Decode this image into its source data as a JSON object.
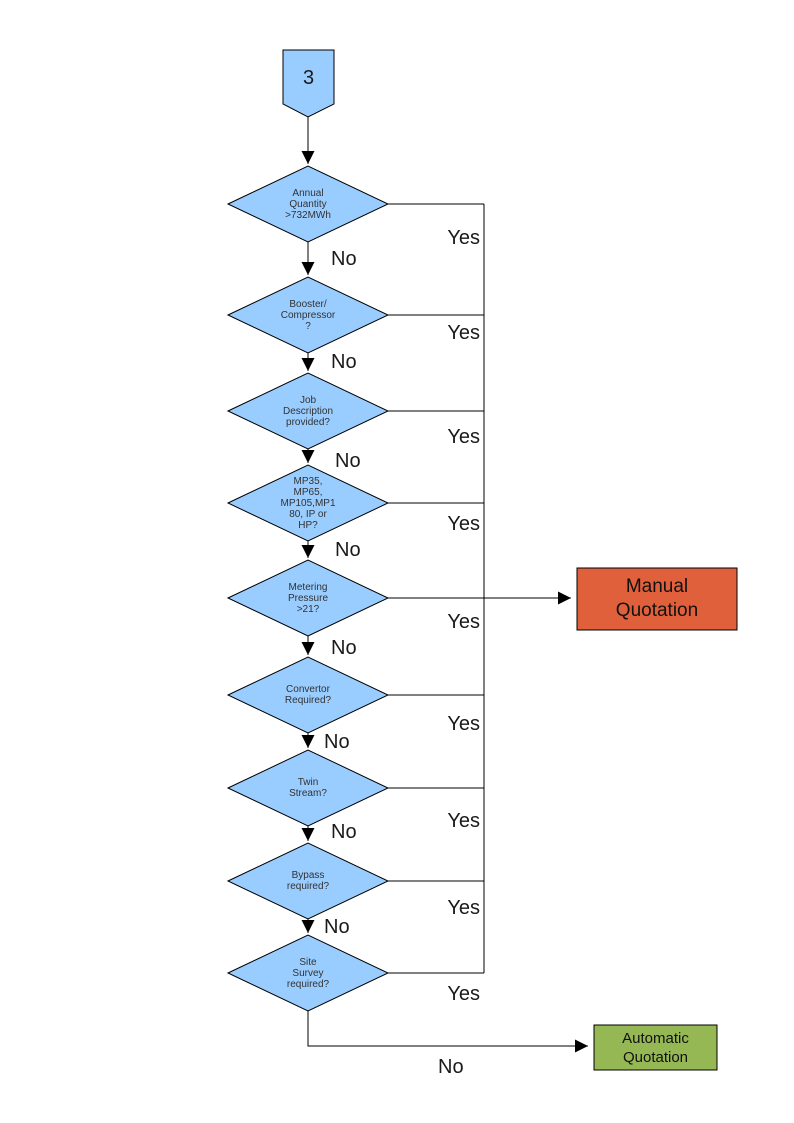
{
  "colors": {
    "node_fill": "#99CCFF",
    "node_border": "#000000",
    "manual_fill": "#E0603C",
    "auto_fill": "#95B854",
    "line": "#000000"
  },
  "connector": {
    "label": "3"
  },
  "decisions": [
    {
      "label": "Annual\nQuantity\n>732MWh",
      "yes_label": "Yes",
      "no_label": "No"
    },
    {
      "label": "Booster/\nCompressor\n?",
      "yes_label": "Yes",
      "no_label": "No"
    },
    {
      "label": "Job\nDescription\nprovided?",
      "yes_label": "Yes",
      "no_label": "No"
    },
    {
      "label": "MP35,\nMP65,\nMP105,MP1\n80, IP or\nHP?",
      "yes_label": "Yes",
      "no_label": "No"
    },
    {
      "label": "Metering\nPressure\n>21?",
      "yes_label": "Yes",
      "no_label": "No"
    },
    {
      "label": "Convertor\nRequired?",
      "yes_label": "Yes",
      "no_label": "No"
    },
    {
      "label": "Twin\nStream?",
      "yes_label": "Yes",
      "no_label": "No"
    },
    {
      "label": "Bypass\nrequired?",
      "yes_label": "Yes",
      "no_label": "No"
    },
    {
      "label": "Site\nSurvey\nrequired?",
      "yes_label": "Yes",
      "no_label": "No"
    }
  ],
  "outcomes": {
    "manual": {
      "label": "Manual\nQuotation"
    },
    "automatic": {
      "label": "Automatic\nQuotation"
    }
  }
}
